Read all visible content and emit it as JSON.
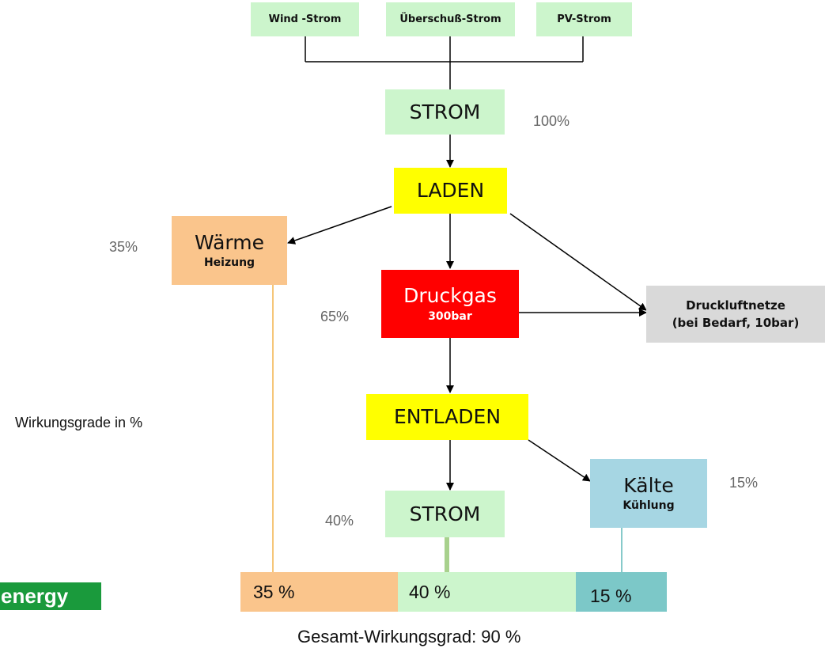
{
  "colors": {
    "source_green": "#ccf5cc",
    "strom_green": "#ccf5cc",
    "laden_yellow": "#ffff00",
    "waerme_orange": "#fac58c",
    "druckgas_red": "#ff0000",
    "druckluft_gray": "#d9d9d9",
    "kaelte_blue": "#a6d6e3",
    "bar_orange": "#fac58c",
    "bar_green": "#ccf5cc",
    "bar_teal": "#7cc8c8",
    "logo_green": "#1a9a3c"
  },
  "sources": [
    "Wind -Strom",
    "Überschuß-Strom",
    "PV-Strom"
  ],
  "nodes": {
    "strom_top": "STROM",
    "laden": "LADEN",
    "waerme": "Wärme",
    "waerme_sub": "Heizung",
    "druckgas": "Druckgas",
    "druckgas_sub": "300bar",
    "druckluft": "Druckluftnetze",
    "druckluft_sub": "(bei Bedarf, 10bar)",
    "entladen": "ENTLADEN",
    "strom_bottom": "STROM",
    "kaelte": "Kälte",
    "kaelte_sub": "Kühlung"
  },
  "percentages": {
    "strom_top": "100%",
    "waerme": "35%",
    "druckgas": "65%",
    "strom_bottom": "40%",
    "kaelte": "15%"
  },
  "note": "Wirkungsgrade in %",
  "logo_text": "energy",
  "summary_bars": [
    {
      "label": "35 %",
      "value": 35
    },
    {
      "label": "40 %",
      "value": 40
    },
    {
      "label": "15 %",
      "value": 15
    }
  ],
  "total": "Gesamt-Wirkungsgrad: 90 %"
}
